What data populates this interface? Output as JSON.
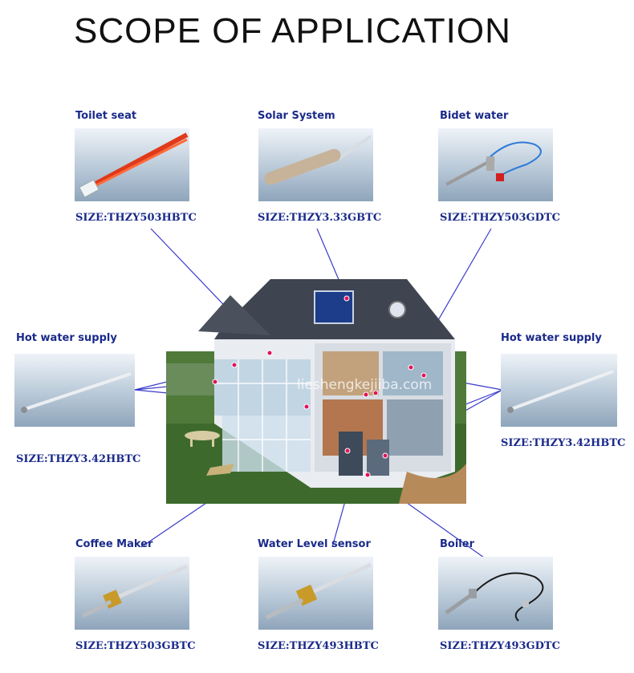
{
  "title": "SCOPE OF APPLICATION",
  "watermark": "liesheng​kejii​ba.com",
  "items": [
    {
      "label": "Toilet seat",
      "size": "SIZE:THZY503HBTC"
    },
    {
      "label": "Solar System",
      "size": "SIZE:THZY3.33GBTC"
    },
    {
      "label": "Bidet water",
      "size": "SIZE:THZY503GDTC"
    },
    {
      "label": "Hot water supply",
      "size": "SIZE:THZY3.42HBTC"
    },
    {
      "label": "Hot water supply",
      "size": "SIZE:THZY3.42HBTC"
    },
    {
      "label": "Coffee Maker",
      "size": "SIZE:THZY503GBTC"
    },
    {
      "label": "Water Level sensor",
      "size": "SIZE:THZY493HBTC"
    },
    {
      "label": "Boiler",
      "size": "SIZE:THZY493GDTC"
    }
  ],
  "colors": {
    "label": "#1a2a8a",
    "leader": "#3a3acc",
    "point": "#e0145a"
  }
}
